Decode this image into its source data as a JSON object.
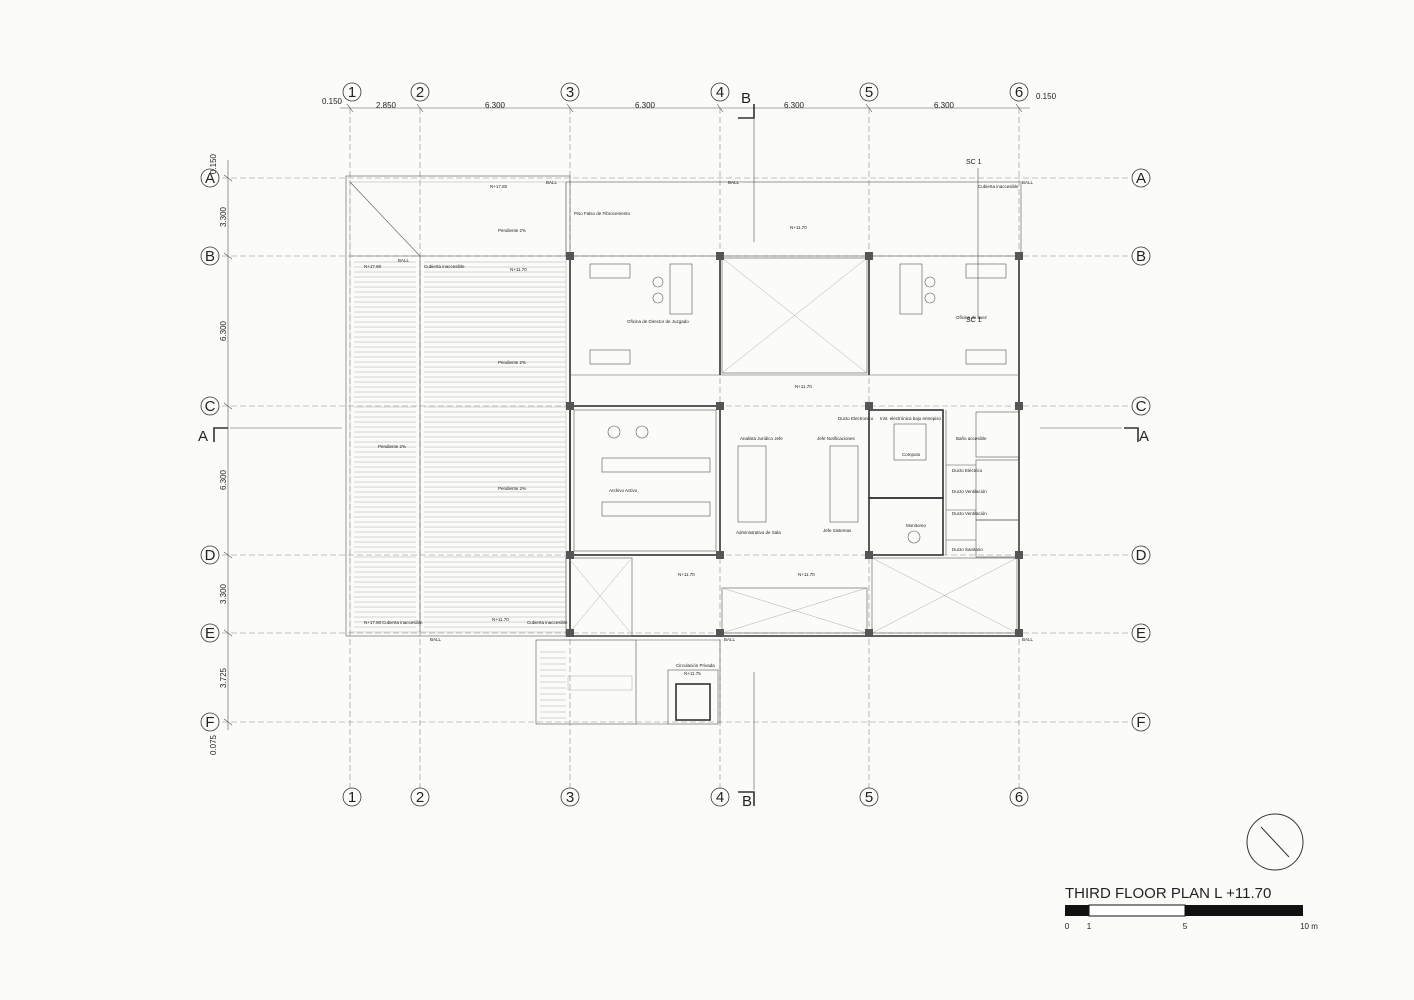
{
  "title": "THIRD FLOOR PLAN L +11.70",
  "scale_bar": {
    "labels": [
      "0",
      "1",
      "5",
      "10 m"
    ]
  },
  "grid_cols": [
    "1",
    "2",
    "3",
    "4",
    "5",
    "6"
  ],
  "grid_rows": [
    "A",
    "B",
    "C",
    "D",
    "E",
    "F"
  ],
  "dims_top": [
    "0.150",
    "2.850",
    "6.300",
    "6.300",
    "6.300",
    "6.300",
    "0.150"
  ],
  "dims_left": [
    "0.150",
    "3.300",
    "6.300",
    "6.300",
    "3.300",
    "3.725",
    "0.075"
  ],
  "section_marks": {
    "a": "A",
    "b": "B",
    "sc": "SC 1"
  },
  "rooms": {
    "director": "Oficina de Director de Juzgado",
    "juez": "Oficina de Juez",
    "archivo": "Archivo Activo",
    "analista": "Analista Jurídico Jefe",
    "notificaciones": "Jefe Notificaciones",
    "administrativo": "Administrativo de Sala",
    "sistemas": "Jefe Sistemas",
    "ducto_electronico": "Ducto Electronico",
    "inst": "Inst. electrónica bajo entrepiso",
    "computo": "Computo",
    "monitoreo": "Monitoreo",
    "baño": "Baño accesible",
    "ducto_electrico": "Ducto Eléctrico",
    "ducto_ventilacion": "Ducto Ventilación",
    "ducto_ventilacion2": "Ducto Ventilación",
    "ducto_sanitario": "Ducto Sanitario",
    "circulacion": "Circulación Privada",
    "piso_falso": "Piso Falso de Fibrocemento"
  },
  "roof": {
    "pendiente": "Pendiente 2%",
    "cubierta": "Cubierta inaccesible",
    "ball": "BALL"
  },
  "levels": {
    "n1170": "N+11.70",
    "n1780": "N+17.80",
    "n1175": "N+11.75"
  }
}
